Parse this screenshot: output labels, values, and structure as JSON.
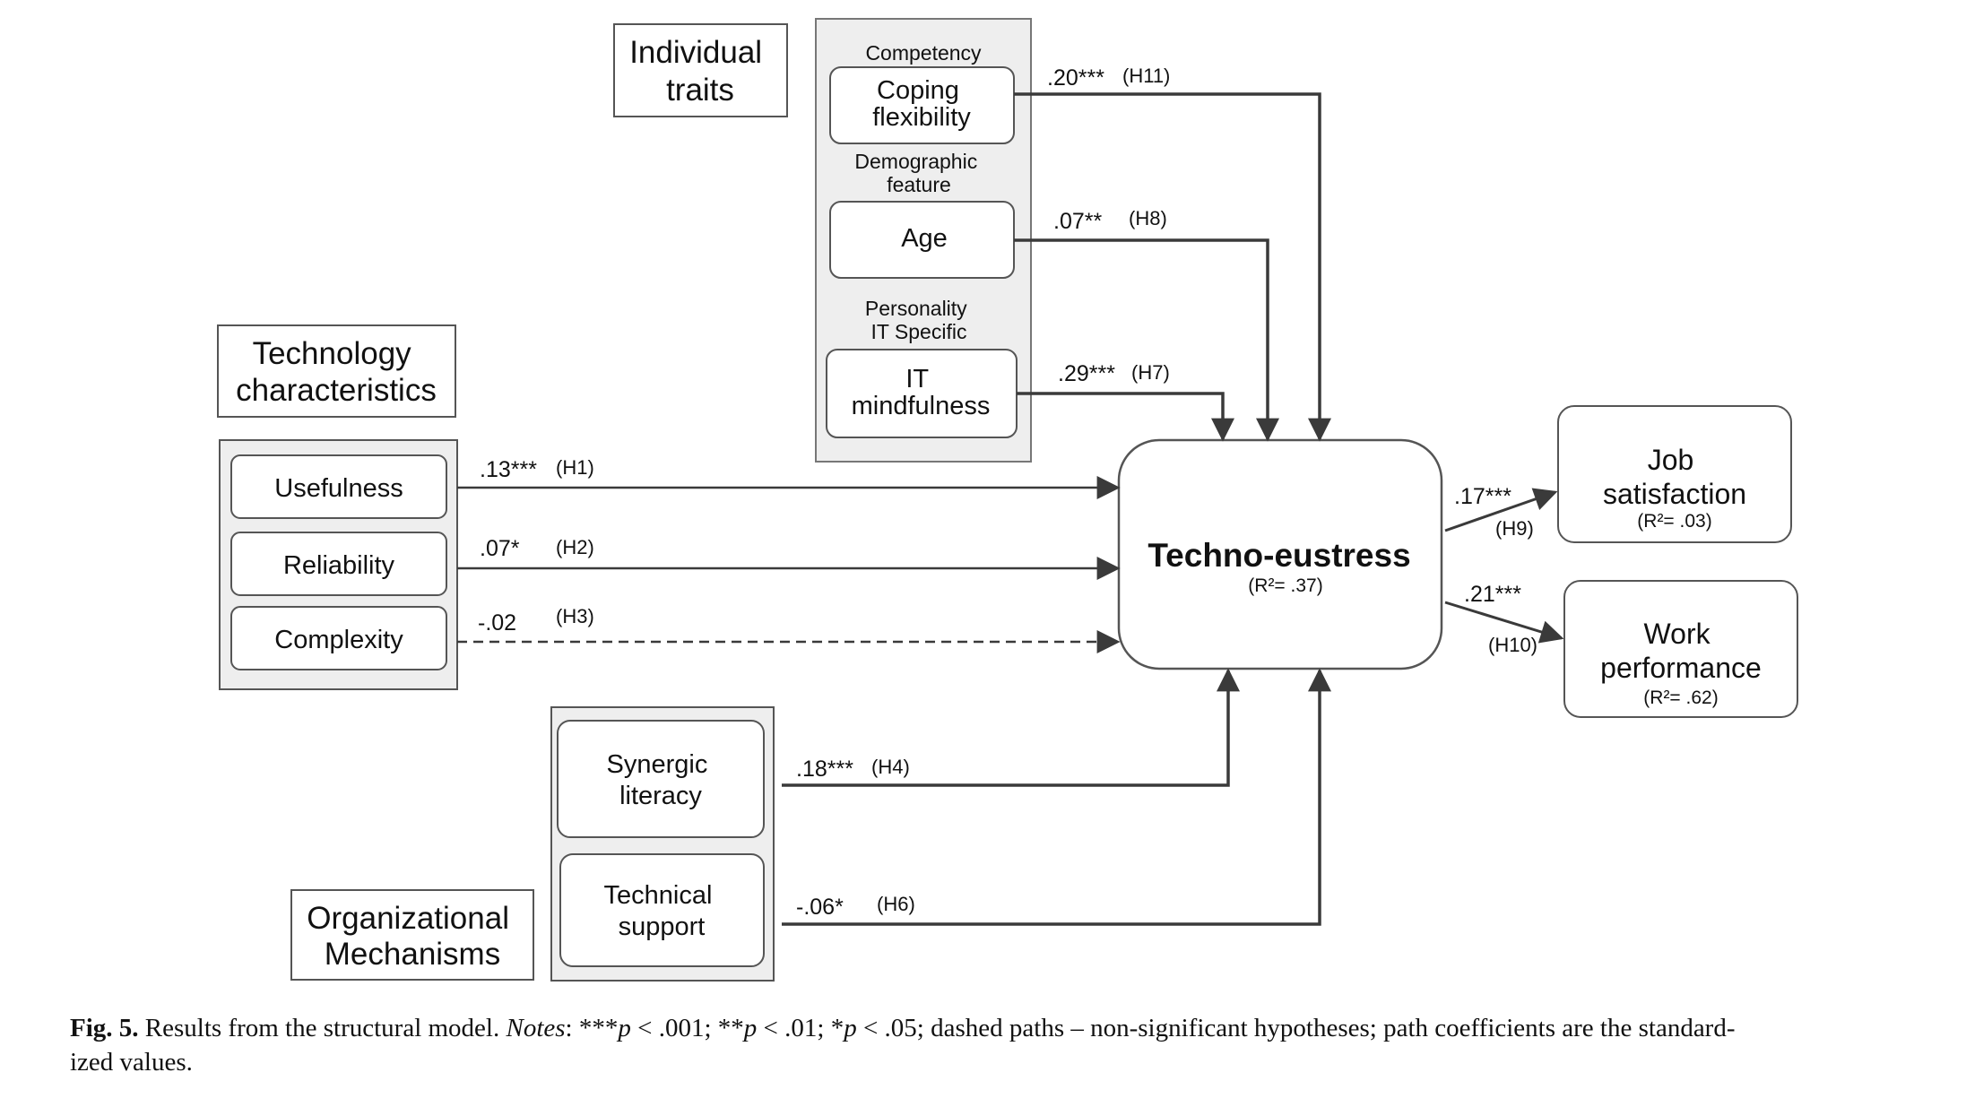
{
  "groups": {
    "individual": {
      "title_line1": "Individual",
      "title_line2": "traits",
      "competency_label": "Competency",
      "coping_line1": "Coping",
      "coping_line2": "flexibility",
      "demographic_line1": "Demographic",
      "demographic_line2": "feature",
      "age": "Age",
      "personality_line1": "Personality",
      "personality_line2": "IT Specific",
      "it_line1": "IT",
      "it_line2": "mindfulness"
    },
    "technology": {
      "title_line1": "Technology",
      "title_line2": "characteristics",
      "usefulness": "Usefulness",
      "reliability": "Reliability",
      "complexity": "Complexity"
    },
    "organizational": {
      "title_line1": "Organizational",
      "title_line2": "Mechanisms",
      "synergic_line1": "Synergic",
      "synergic_line2": "literacy",
      "technical_line1": "Technical",
      "technical_line2": "support"
    }
  },
  "center": {
    "title": "Techno-eustress",
    "r2": "(R²= .37)"
  },
  "outcomes": {
    "job_line1": "Job",
    "job_line2": "satisfaction",
    "job_r2": "(R²= .03)",
    "work_line1": "Work",
    "work_line2": "performance",
    "work_r2": "(R²= .62)"
  },
  "paths": {
    "h11": {
      "coef": ".20***",
      "hyp": "(H11)",
      "significant": true
    },
    "h8": {
      "coef": ".07**",
      "hyp": "(H8)",
      "significant": true
    },
    "h7": {
      "coef": ".29***",
      "hyp": "(H7)",
      "significant": true
    },
    "h1": {
      "coef": ".13***",
      "hyp": "(H1)",
      "significant": true
    },
    "h2": {
      "coef": ".07*",
      "hyp": "(H2)",
      "significant": true
    },
    "h3": {
      "coef": "-.02",
      "hyp": "(H3)",
      "significant": false
    },
    "h4": {
      "coef": ".18***",
      "hyp": "(H4)",
      "significant": true
    },
    "h6": {
      "coef": "-.06*",
      "hyp": "(H6)",
      "significant": true
    },
    "h9": {
      "coef": ".17***",
      "hyp": "(H9)",
      "significant": true
    },
    "h10": {
      "coef": ".21***",
      "hyp": "(H10)",
      "significant": true
    }
  },
  "caption": {
    "fig": "Fig. 5.",
    "text1": " Results from the structural model. ",
    "notes": "Notes",
    "text2": ": ***",
    "p1": "p",
    "text3": " < .001; **",
    "p2": "p",
    "text4": " < .01; *",
    "p3": "p",
    "text5": " < .05; dashed paths – non-significant hypotheses; path coefficients are the standard-",
    "line2": "ized values."
  },
  "colors": {
    "stroke": "#4a4a4a",
    "group_fill": "#eeeeee",
    "text": "#111111"
  }
}
